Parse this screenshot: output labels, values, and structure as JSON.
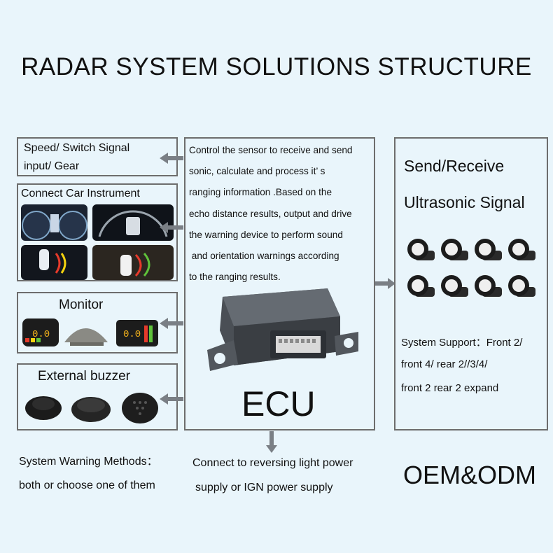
{
  "title": "RADAR SYSTEM SOLUTIONS STRUCTURE",
  "left": {
    "speed_line1": "Speed/ Switch Signal",
    "speed_line2": "input/ Gear",
    "instrument": "Connect Car Instrument",
    "monitor": "Monitor",
    "buzzer": "External buzzer",
    "warning_line1": "System Warning Methods：",
    "warning_line2": "both or choose one of them"
  },
  "ecu": {
    "lines": [
      "Control the sensor to receive and send",
      "sonic,  calculate and process it’ s",
      "ranging information .Based on the",
      "echo distance results, output and drive",
      "the warning device to perform sound",
      " and orientation warnings according",
      "to the ranging results."
    ],
    "label": "ECU",
    "power_line1": "Connect to reversing light power",
    "power_line2": "supply or IGN power supply"
  },
  "right": {
    "heading_line1": "Send/Receive",
    "heading_line2": "Ultrasonic Signal",
    "support_line1": "System Support：Front 2/",
    "support_line2": "front 4/ rear 2//3/4/",
    "support_line3": "front 2 rear 2 expand"
  },
  "oem": "OEM&ODM",
  "display_digits": "0.0",
  "colors": {
    "background": "#e9f5fb",
    "border": "#6d6d6d",
    "arrow": "#7a7f85"
  }
}
